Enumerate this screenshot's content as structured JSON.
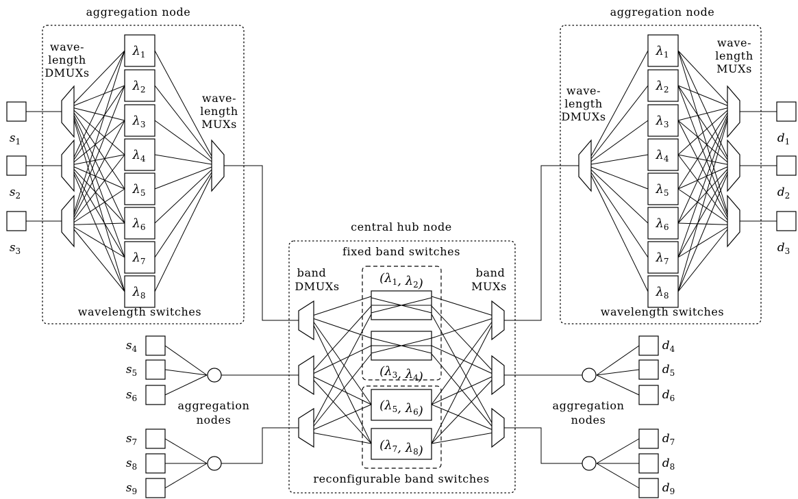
{
  "left_aggregation_node": {
    "title": "aggregation node",
    "dmux_label": [
      "wave-",
      "length",
      "DMUXs"
    ],
    "mux_label": [
      "wave-",
      "length",
      "MUXs"
    ],
    "switches_label": "wavelength switches",
    "sources": [
      {
        "sym": "s",
        "sub": "1"
      },
      {
        "sym": "s",
        "sub": "2"
      },
      {
        "sym": "s",
        "sub": "3"
      }
    ],
    "wavelengths": [
      {
        "sym": "λ",
        "sub": "1"
      },
      {
        "sym": "λ",
        "sub": "2"
      },
      {
        "sym": "λ",
        "sub": "3"
      },
      {
        "sym": "λ",
        "sub": "4"
      },
      {
        "sym": "λ",
        "sub": "5"
      },
      {
        "sym": "λ",
        "sub": "6"
      },
      {
        "sym": "λ",
        "sub": "7"
      },
      {
        "sym": "λ",
        "sub": "8"
      }
    ]
  },
  "right_aggregation_node": {
    "title": "aggregation node",
    "dmux_label": [
      "wave-",
      "length",
      "DMUXs"
    ],
    "mux_label": [
      "wave-",
      "length",
      "MUXs"
    ],
    "switches_label": "wavelength switches",
    "destinations": [
      {
        "sym": "d",
        "sub": "1"
      },
      {
        "sym": "d",
        "sub": "2"
      },
      {
        "sym": "d",
        "sub": "3"
      }
    ],
    "wavelengths": [
      {
        "sym": "λ",
        "sub": "1"
      },
      {
        "sym": "λ",
        "sub": "2"
      },
      {
        "sym": "λ",
        "sub": "3"
      },
      {
        "sym": "λ",
        "sub": "4"
      },
      {
        "sym": "λ",
        "sub": "5"
      },
      {
        "sym": "λ",
        "sub": "6"
      },
      {
        "sym": "λ",
        "sub": "7"
      },
      {
        "sym": "λ",
        "sub": "8"
      }
    ]
  },
  "central_hub": {
    "title": "central hub node",
    "fixed_label": "fixed band switches",
    "reconfigurable_label": "reconfigurable band switches",
    "band_dmux_label": [
      "band",
      "DMUXs"
    ],
    "band_mux_label": [
      "band",
      "MUXs"
    ],
    "bands": [
      {
        "a": "1",
        "b": "2"
      },
      {
        "a": "3",
        "b": "4"
      },
      {
        "a": "5",
        "b": "6"
      },
      {
        "a": "7",
        "b": "8"
      }
    ]
  },
  "lower_left_sources": [
    {
      "sym": "s",
      "sub": "4"
    },
    {
      "sym": "s",
      "sub": "5"
    },
    {
      "sym": "s",
      "sub": "6"
    },
    {
      "sym": "s",
      "sub": "7"
    },
    {
      "sym": "s",
      "sub": "8"
    },
    {
      "sym": "s",
      "sub": "9"
    }
  ],
  "lower_right_destinations": [
    {
      "sym": "d",
      "sub": "4"
    },
    {
      "sym": "d",
      "sub": "5"
    },
    {
      "sym": "d",
      "sub": "6"
    },
    {
      "sym": "d",
      "sub": "7"
    },
    {
      "sym": "d",
      "sub": "8"
    },
    {
      "sym": "d",
      "sub": "9"
    }
  ],
  "aggregation_nodes_label": [
    "aggregation",
    "nodes"
  ]
}
